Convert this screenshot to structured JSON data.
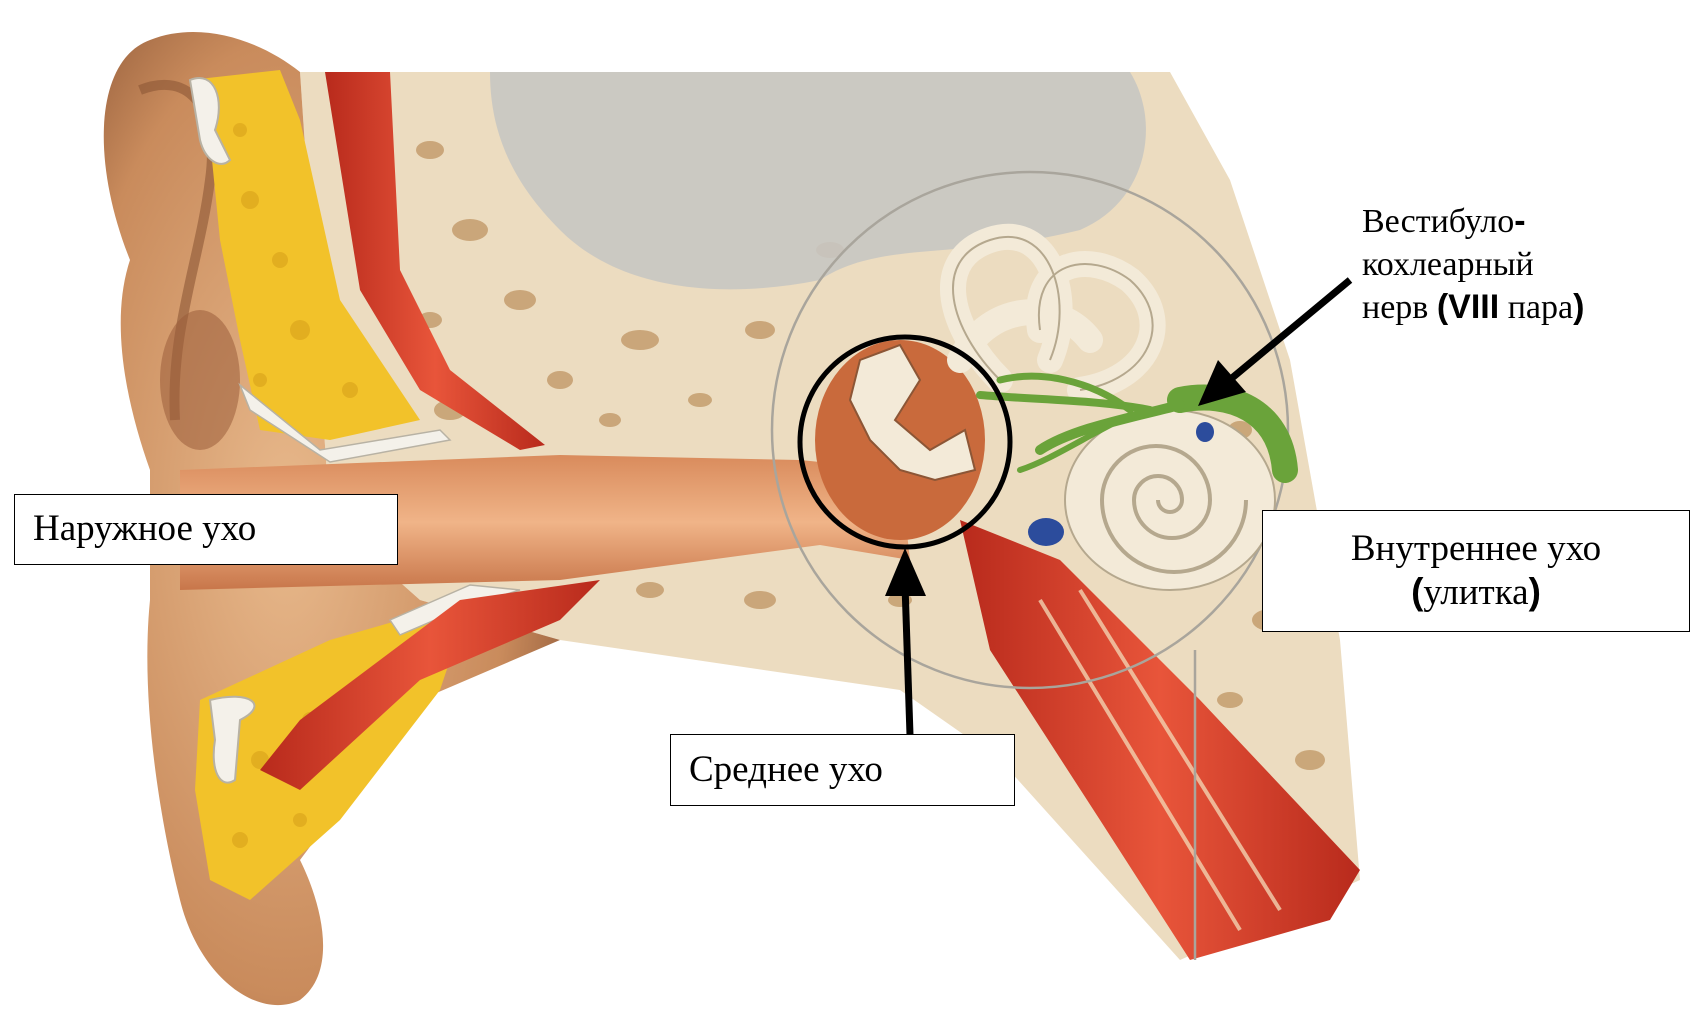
{
  "labels": {
    "outer_ear": "Наружное ухо",
    "middle_ear": "Среднее ухо",
    "inner_ear_line1": "Внутреннее ухо",
    "inner_ear_line2_open": "(",
    "inner_ear_line2_word": "улитка",
    "inner_ear_line2_close": ")",
    "nerve_line1_word": "Вестибуло",
    "nerve_line1_dash": "-",
    "nerve_line2": "кохлеарный",
    "nerve_line3_a": "нерв ",
    "nerve_line3_open": "(",
    "nerve_line3_roman": "VIII",
    "nerve_line3_b": " пара",
    "nerve_line3_close": ")"
  },
  "colors": {
    "skin": "#d9a57a",
    "skin_dark": "#a86a45",
    "fat": "#f2c22a",
    "muscle": "#d8402c",
    "bone": "#ecdcc0",
    "bone_pore": "#b98a55",
    "brain_grey": "#c8c6c2",
    "canal": "#e8a070",
    "cochlea": "#f3ead8",
    "nerve": "#6aa33a",
    "outline": "#000000"
  }
}
